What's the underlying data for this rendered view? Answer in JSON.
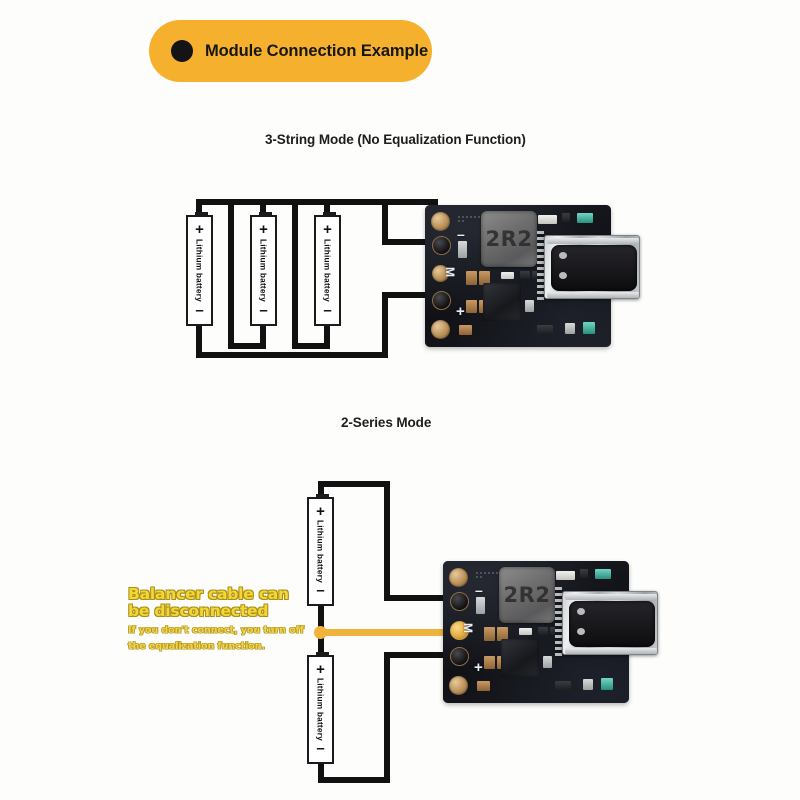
{
  "header": {
    "badge_label": "Module Connection Example",
    "badge_bullet_icon": "filled-circle-icon",
    "badge_color": "#f5b02e",
    "badge_text_color": "#161616"
  },
  "sections": [
    {
      "id": "three-string",
      "title": "3-String Mode (No Equalization Function)",
      "battery_count": 3,
      "battery_label": "Lithium battery",
      "battery_plus": "+",
      "battery_minus": "–",
      "wire_color": "#111111",
      "connections": [
        {
          "from": "battery-positive-rail",
          "to": "pad-minus"
        },
        {
          "from": "battery-negative-rail",
          "to": "pad-plus"
        }
      ]
    },
    {
      "id": "two-series",
      "title": "2-Series Mode",
      "battery_count": 2,
      "battery_label": "Lithium battery",
      "battery_plus": "+",
      "battery_minus": "–",
      "wire_color": "#111111",
      "balancer_wire_color": "#f0b33c",
      "connections": [
        {
          "from": "top-battery-positive",
          "to": "pad-minus"
        },
        {
          "from": "series-midpoint",
          "to": "pad-m"
        },
        {
          "from": "bottom-battery-negative",
          "to": "pad-plus"
        }
      ]
    }
  ],
  "callout": {
    "title_line1": "Balancer cable can",
    "title_line2": "be disconnected",
    "sub_line1": "If you don't connect, you turn off",
    "sub_line2": "the equalization function.",
    "title_color": "#f4d737",
    "sub_color": "#f0d44a"
  },
  "pcb": {
    "inductor_marking": "2R2",
    "pad_labels": {
      "minus": "–",
      "middle": "M",
      "plus": "+"
    },
    "board_color": "#15161b",
    "pad_gold_color": "#e0a93c",
    "connector": "usb-c",
    "hole_count": 4
  }
}
